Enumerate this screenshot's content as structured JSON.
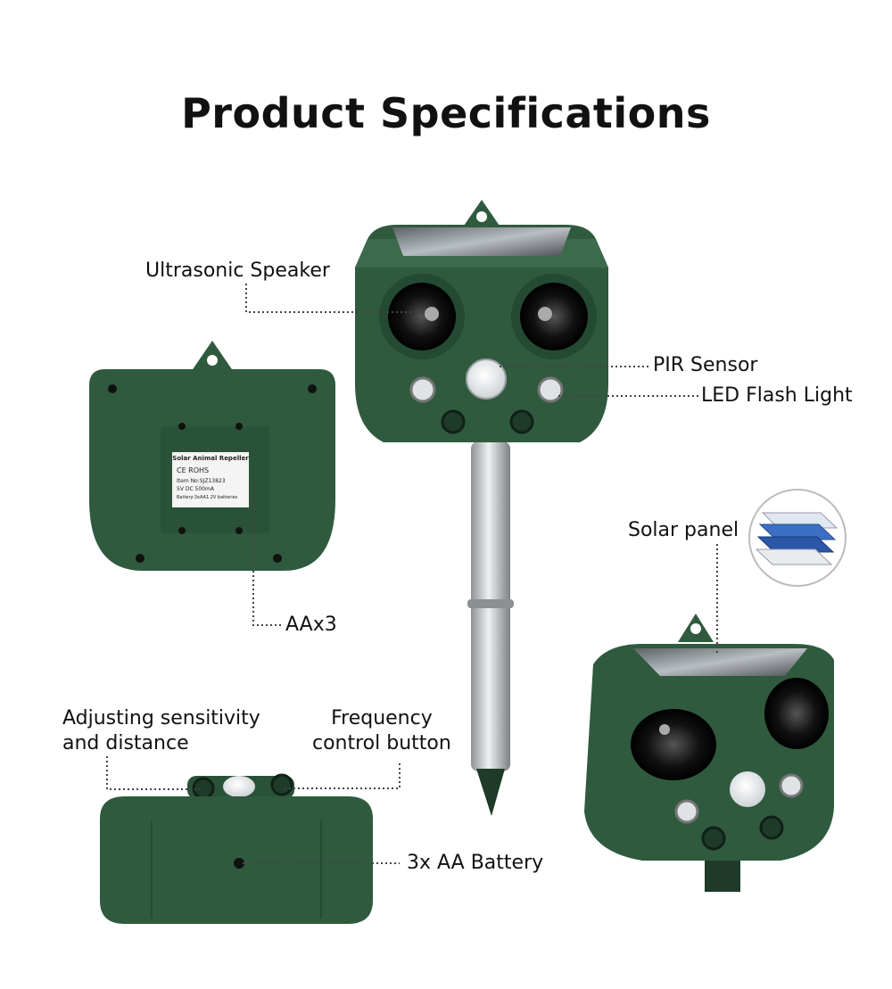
{
  "title": "Product Specifications",
  "labels": {
    "ultrasonic_speaker": "Ultrasonic Speaker",
    "pir_sensor": "PIR Sensor",
    "led_flash_light": "LED Flash Light",
    "solar_panel": "Solar panel",
    "aa_x3": "AAx3",
    "adjusting_sensitivity": "Adjusting sensitivity\nand distance",
    "frequency_control": "Frequency\ncontrol button",
    "battery": "3x AA  Battery"
  },
  "back_label": {
    "brand": "Solar Animal Repeller",
    "marks": "CE  ROHS",
    "item": "Item No:SJZ13823",
    "power": "5V DC 500mA",
    "battery": "Battery:3xAA1.2V batteries"
  },
  "colors": {
    "device_green": "#2f5a3e",
    "device_dark": "#1e3a28",
    "metal": "#c9ccce",
    "leader": "#444444"
  }
}
